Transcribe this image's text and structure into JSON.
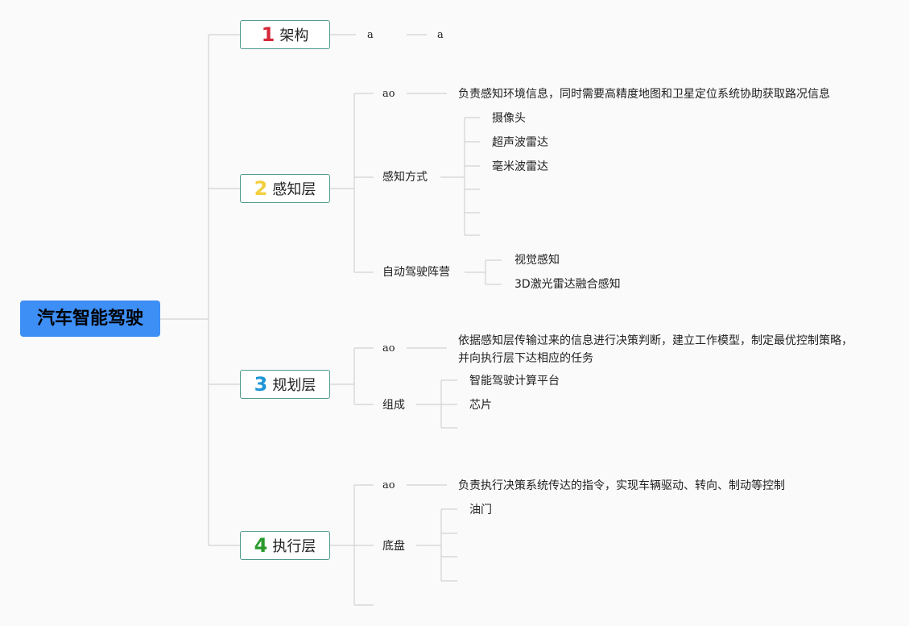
{
  "root": {
    "label": "汽车智能驾驶"
  },
  "branches": [
    {
      "num": "1",
      "num_color": "#d6283a",
      "label": "架构",
      "children": [
        {
          "label": "a",
          "children": [
            {
              "label": "a"
            }
          ]
        }
      ]
    },
    {
      "num": "2",
      "num_color": "#f2cf3c",
      "label": "感知层",
      "children": [
        {
          "label": "ao",
          "children": [
            {
              "label": "负责感知环境信息，同时需要高精度地图和卫星定位系统协助获取路况信息"
            }
          ]
        },
        {
          "label": "感知方式",
          "children": [
            {
              "label": "摄像头"
            },
            {
              "label": "超声波雷达"
            },
            {
              "label": "毫米波雷达"
            },
            {
              "label": ""
            },
            {
              "label": ""
            },
            {
              "label": ""
            }
          ]
        },
        {
          "label": "自动驾驶阵营",
          "children": [
            {
              "label": "视觉感知"
            },
            {
              "label": "3D激光雷达融合感知"
            }
          ]
        }
      ]
    },
    {
      "num": "3",
      "num_color": "#1f95d8",
      "label": "规划层",
      "children": [
        {
          "label": "ao",
          "children": [
            {
              "label": "依据感知层传输过来的信息进行决策判断，建立工作模型，制定最优控制策略，",
              "label2": "并向执行层下达相应的任务"
            }
          ]
        },
        {
          "label": "组成",
          "children": [
            {
              "label": "智能驾驶计算平台"
            },
            {
              "label": "芯片"
            },
            {
              "label": ""
            }
          ]
        }
      ]
    },
    {
      "num": "4",
      "num_color": "#2a9a2c",
      "label": "执行层",
      "children": [
        {
          "label": "ao",
          "children": [
            {
              "label": "负责执行决策系统传达的指令，实现车辆驱动、转向、制动等控制"
            }
          ]
        },
        {
          "label": "底盘",
          "children": [
            {
              "label": "油门"
            },
            {
              "label": ""
            },
            {
              "label": ""
            },
            {
              "label": ""
            }
          ]
        },
        {
          "label": ""
        }
      ]
    }
  ]
}
